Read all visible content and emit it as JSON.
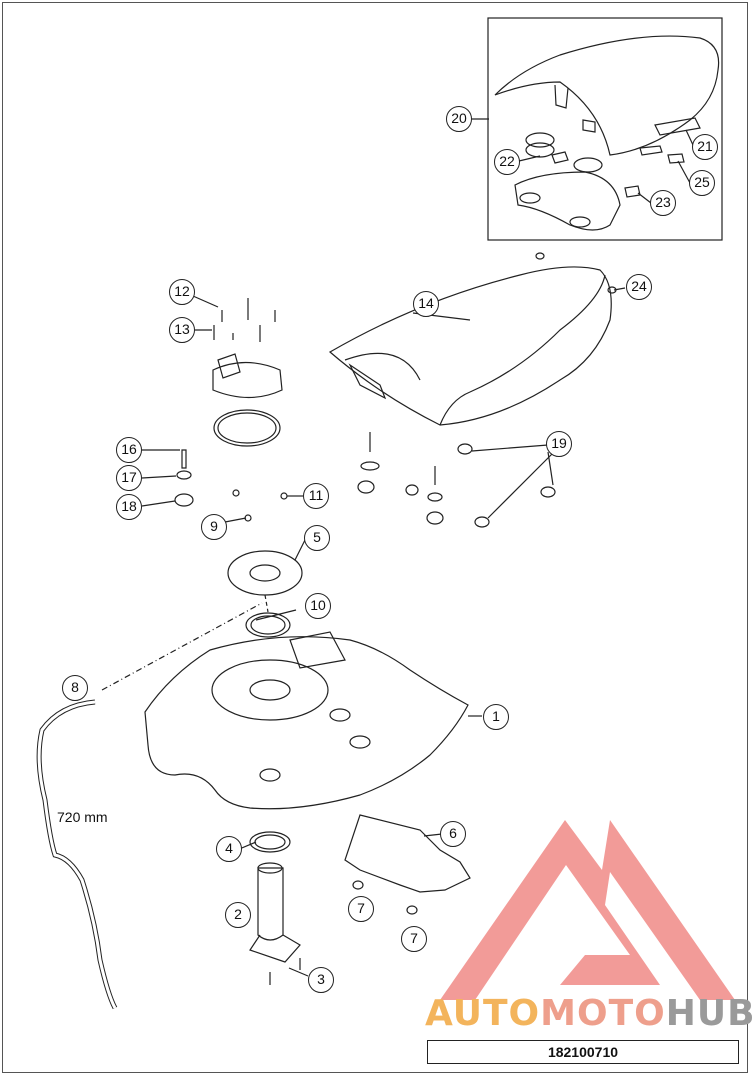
{
  "callouts": [
    "1",
    "2",
    "3",
    "4",
    "5",
    "6",
    "7",
    "7",
    "8",
    "9",
    "10",
    "11",
    "12",
    "13",
    "14",
    "16",
    "17",
    "18",
    "19",
    "20",
    "21",
    "22",
    "23",
    "24",
    "25"
  ],
  "hose_length": "720 mm",
  "watermark": {
    "brand_part1": "AUTO",
    "brand_part2": "MOTO",
    "brand_part3": "HUB",
    "logo_color": "#f08a86"
  },
  "document_number": "182100710"
}
